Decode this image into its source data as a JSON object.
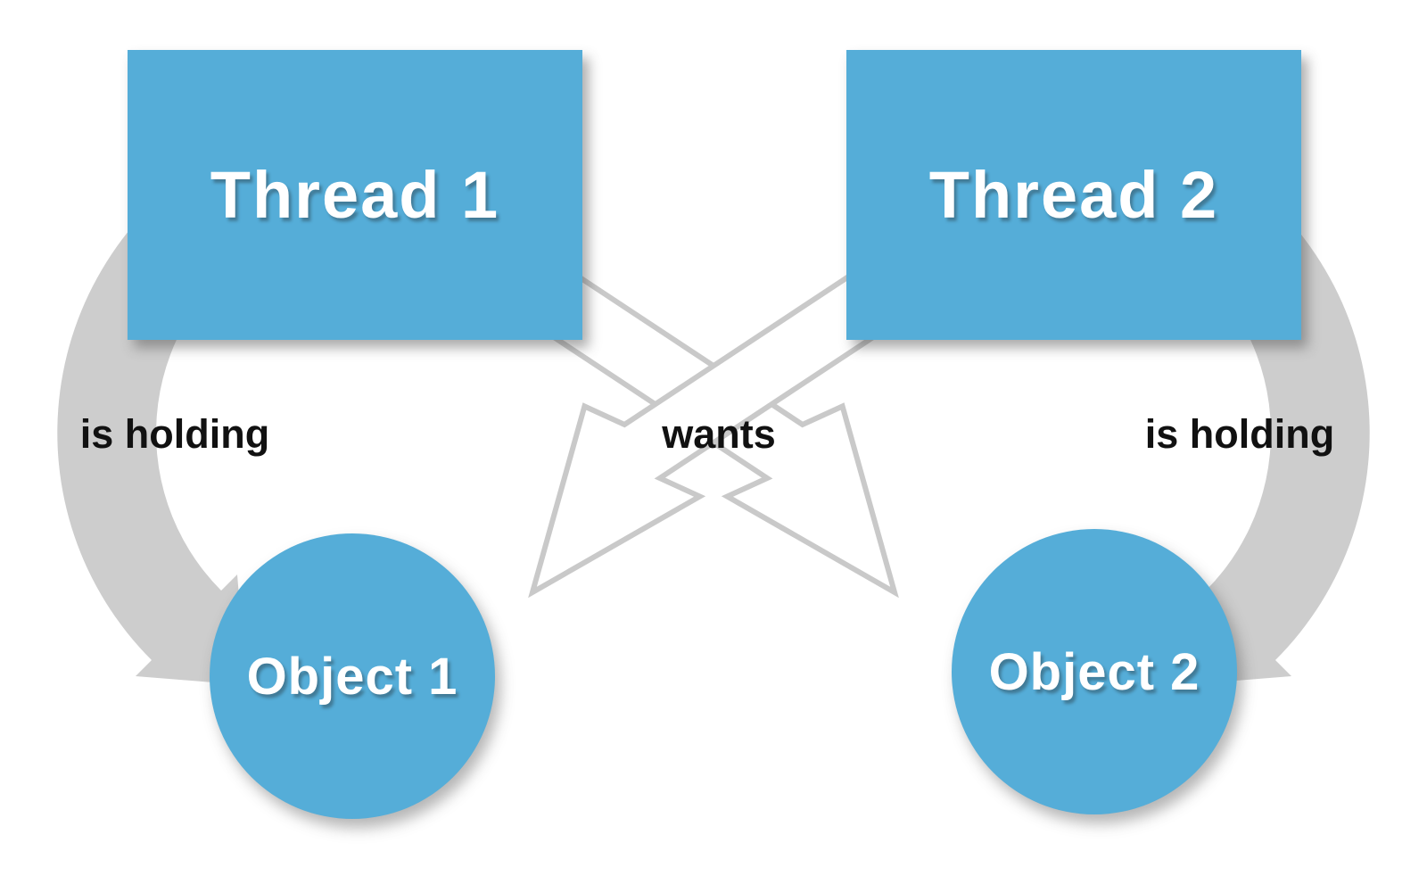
{
  "nodes": {
    "thread1": {
      "label": "Thread 1"
    },
    "thread2": {
      "label": "Thread 2"
    },
    "object1": {
      "label": "Object 1"
    },
    "object2": {
      "label": "Object 2"
    }
  },
  "relations": {
    "thread1_holds_object1": {
      "label": "is holding"
    },
    "threads_want_objects": {
      "label": "wants"
    },
    "thread2_holds_object2": {
      "label": "is holding"
    }
  },
  "colors": {
    "node_fill": "#55add8",
    "node_text": "#ffffff",
    "holding_arrow_fill": "#cdcdcd",
    "wants_arrow_fill": "#ffffff",
    "wants_arrow_stroke": "#c9c9c9",
    "label_text": "#111111",
    "background": "#ffffff"
  }
}
